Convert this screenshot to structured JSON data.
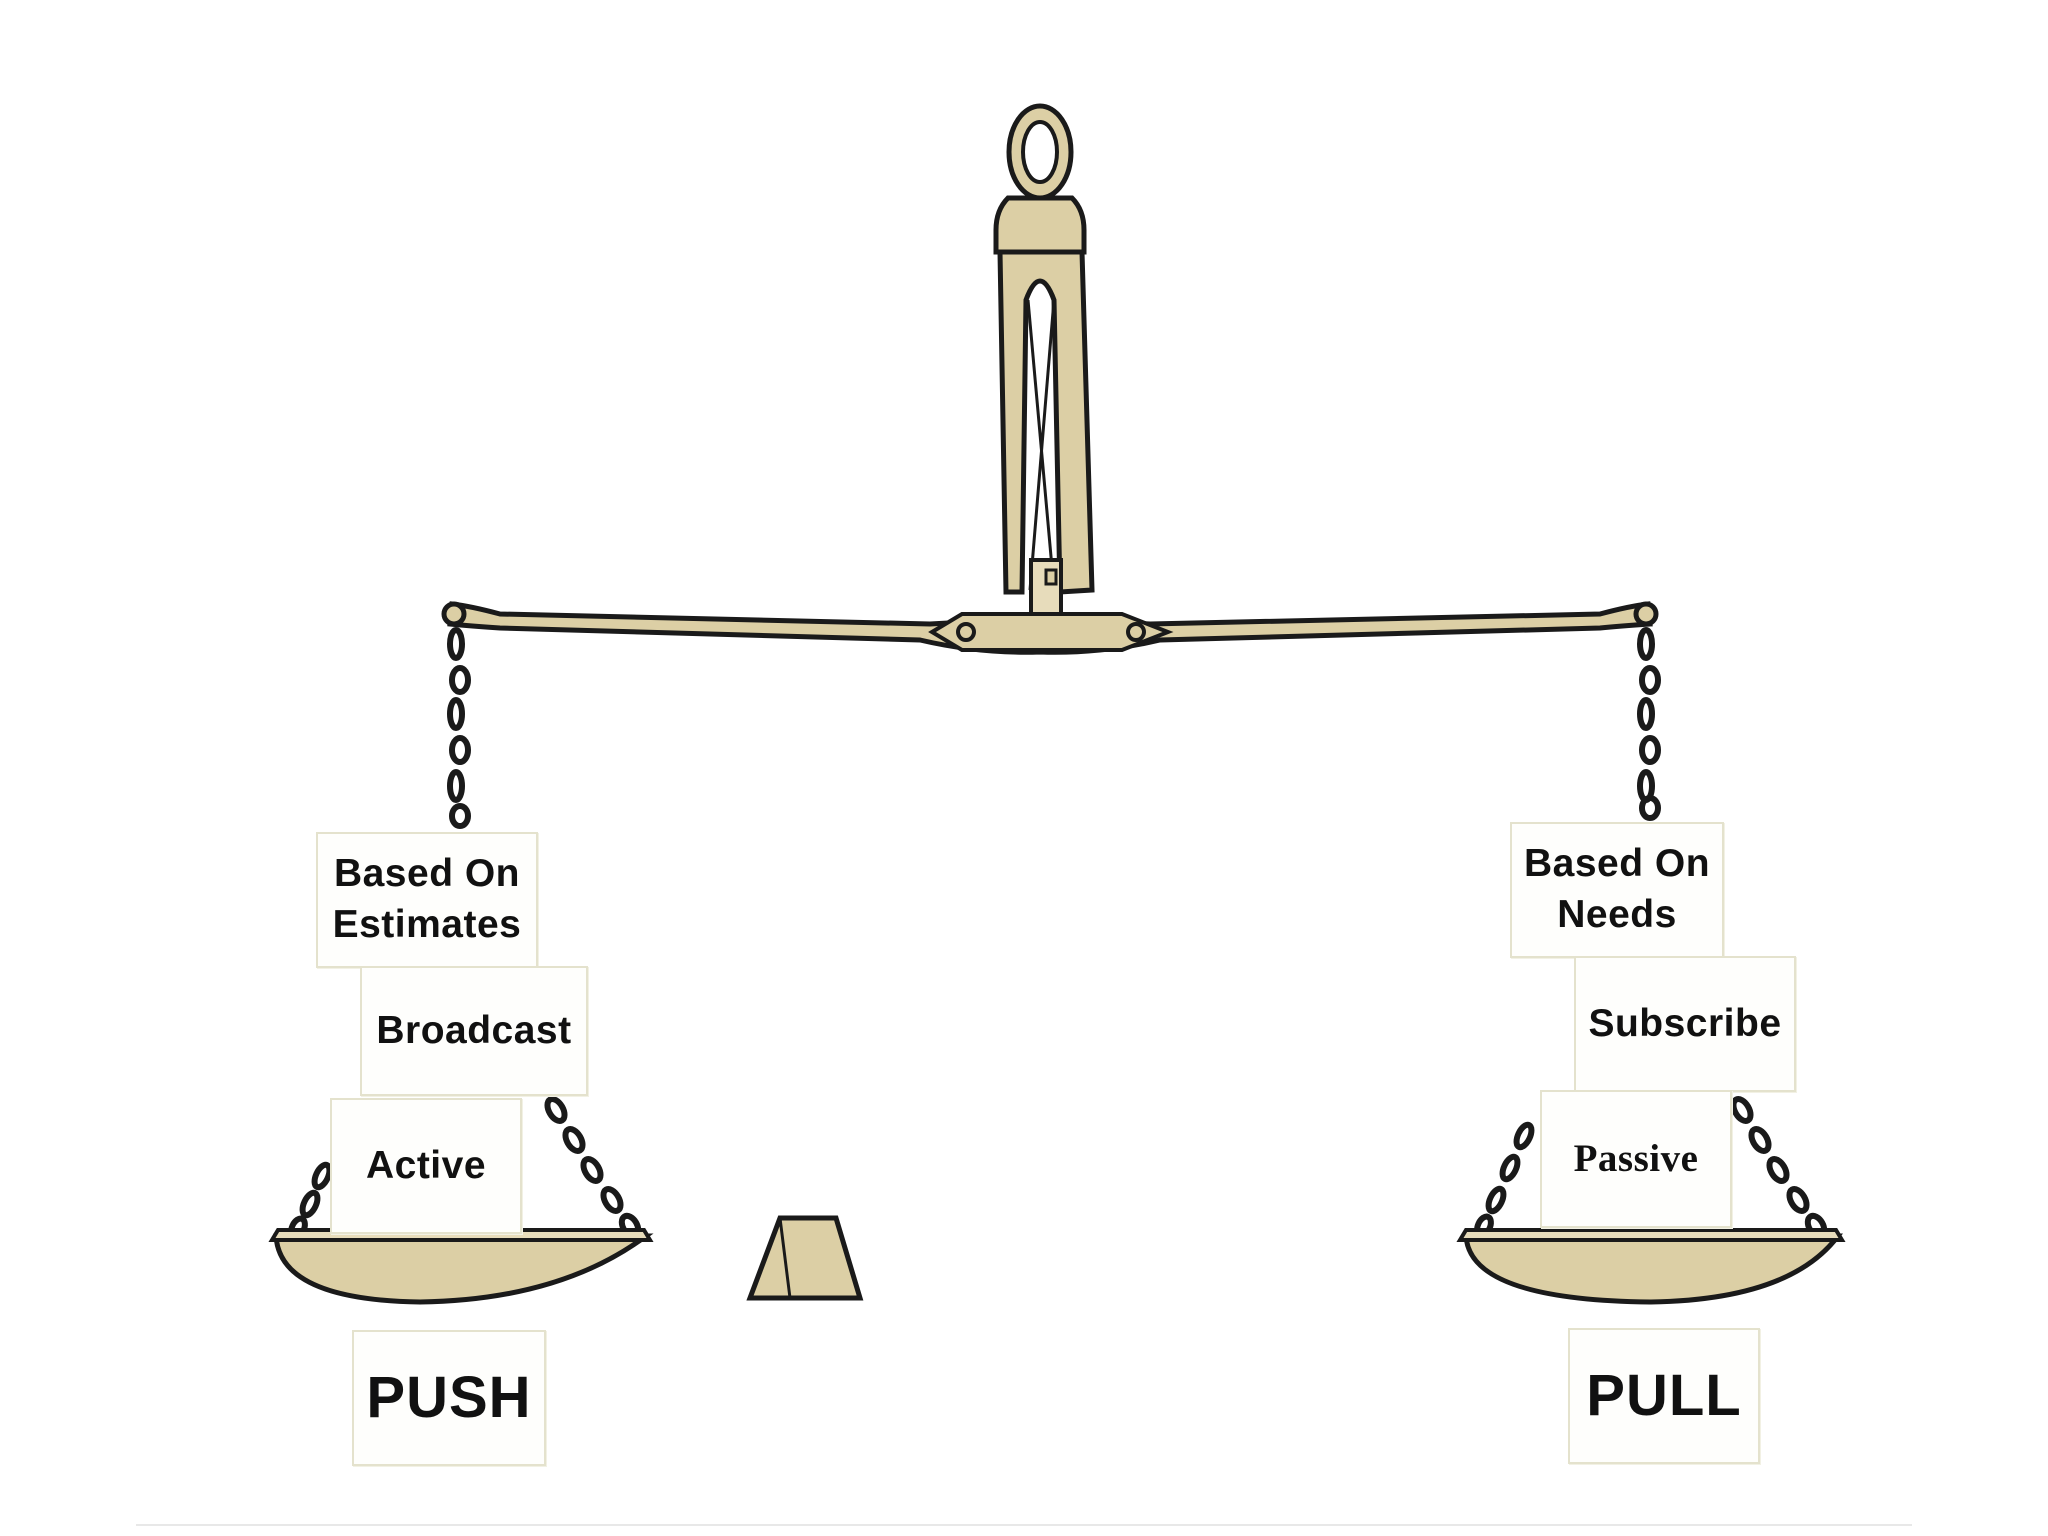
{
  "left_pan": {
    "items": [
      {
        "label_line1": "Based On",
        "label_line2": "Estimates"
      },
      {
        "label": "Broadcast"
      },
      {
        "label": "Active"
      }
    ],
    "caption": "PUSH"
  },
  "right_pan": {
    "items": [
      {
        "label_line1": "Based On",
        "label_line2": "Needs"
      },
      {
        "label": "Subscribe"
      },
      {
        "label": "Passive"
      }
    ],
    "caption": "PULL"
  },
  "colors": {
    "brass": "#dccfa5",
    "outline": "#1a1a1a",
    "label_border": "#e4e2cd",
    "background": "#ffffff"
  },
  "icons": [
    "balance-scale-icon",
    "counterweight-icon",
    "chain-icon"
  ]
}
